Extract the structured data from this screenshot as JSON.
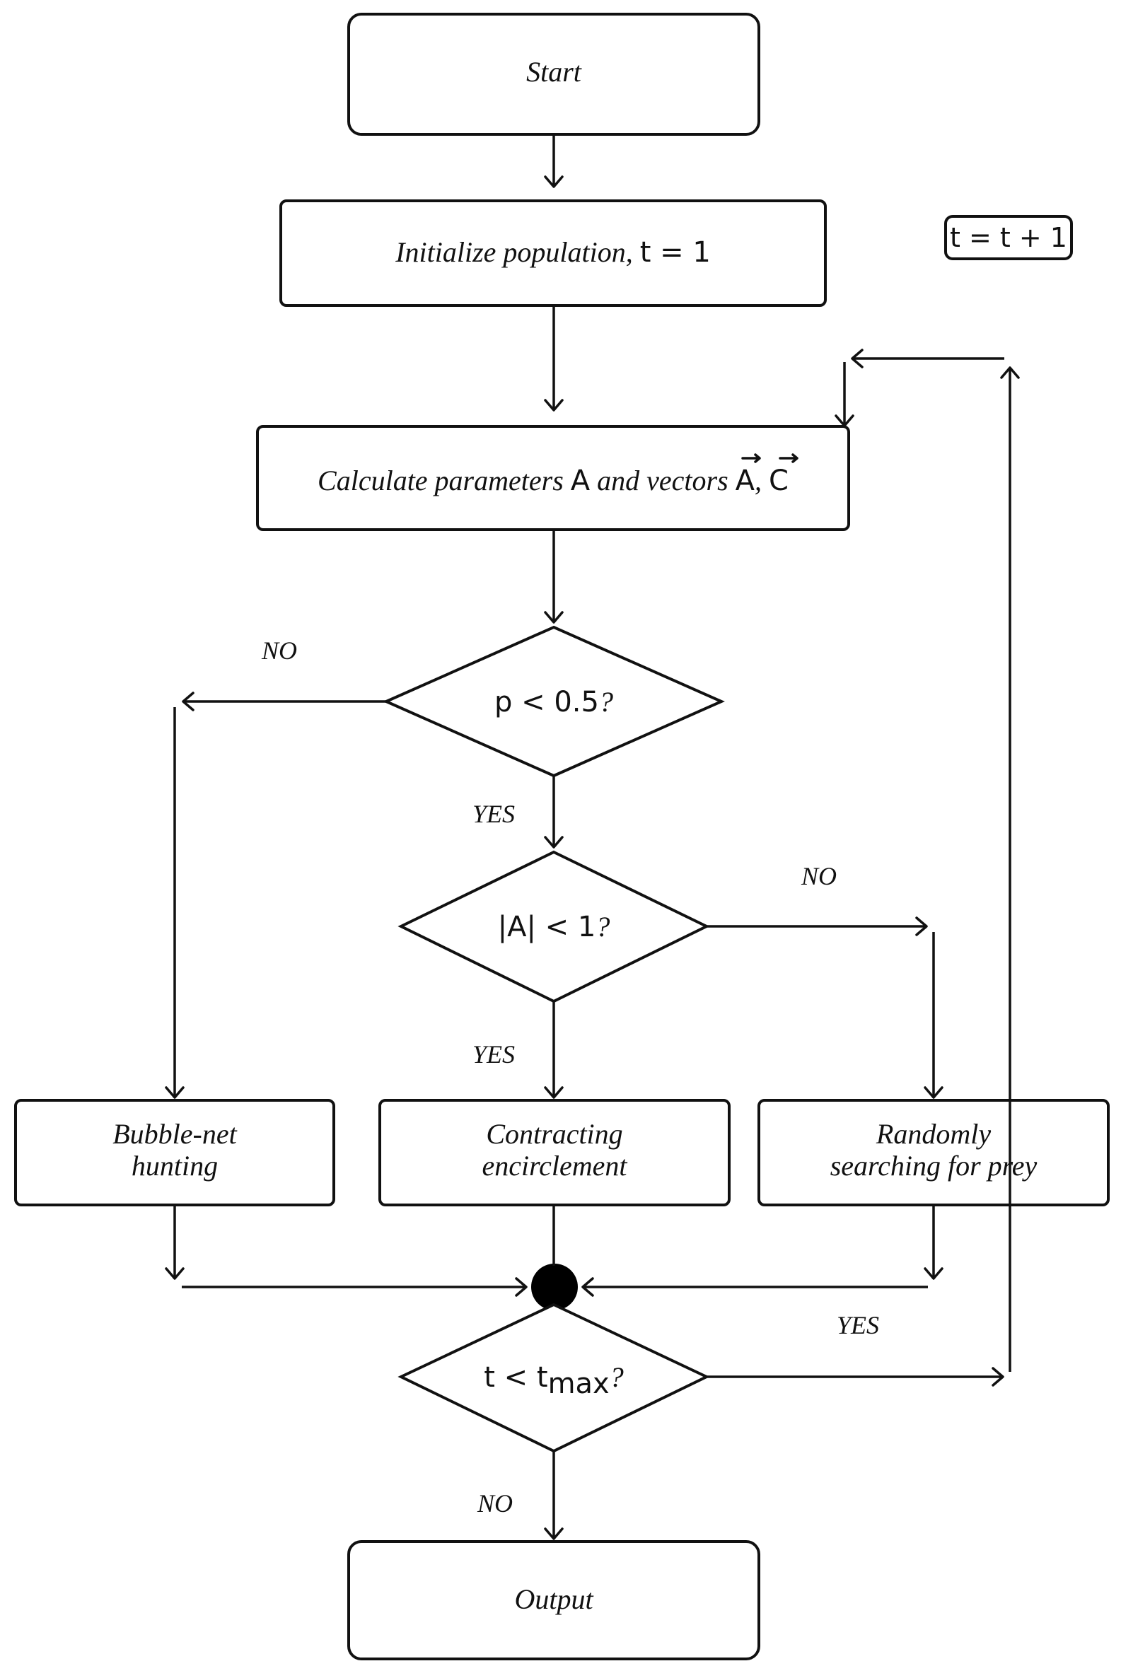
{
  "nodes": {
    "start": {
      "label": "Start"
    },
    "init": {
      "label": "Initialize population, ",
      "expr": "t = 1"
    },
    "counter": {
      "expr": "t = t + 1"
    },
    "calc": {
      "label_a": "Calculate parameters ",
      "var_a": "A",
      "label_b": " and vectors ",
      "vec_a": "A",
      "sep": ", ",
      "vec_c": "C"
    },
    "decision_p": {
      "expr": "p < 0.5",
      "suffix": "?"
    },
    "decision_a": {
      "expr": "|A| < 1",
      "suffix": "?"
    },
    "bubble": {
      "line1": "Bubble-net",
      "line2": "hunting"
    },
    "contract": {
      "line1": "Contracting",
      "line2": "encirclement"
    },
    "random": {
      "line1": "Randomly",
      "line2": "searching for prey"
    },
    "decision_t": {
      "expr": "t < t",
      "sub": "max",
      "suffix": "?"
    },
    "output": {
      "label": "Output"
    }
  },
  "edges": {
    "p_no": "NO",
    "p_yes": "YES",
    "a_no": "NO",
    "a_yes": "YES",
    "t_yes": "YES",
    "t_no": "NO"
  }
}
